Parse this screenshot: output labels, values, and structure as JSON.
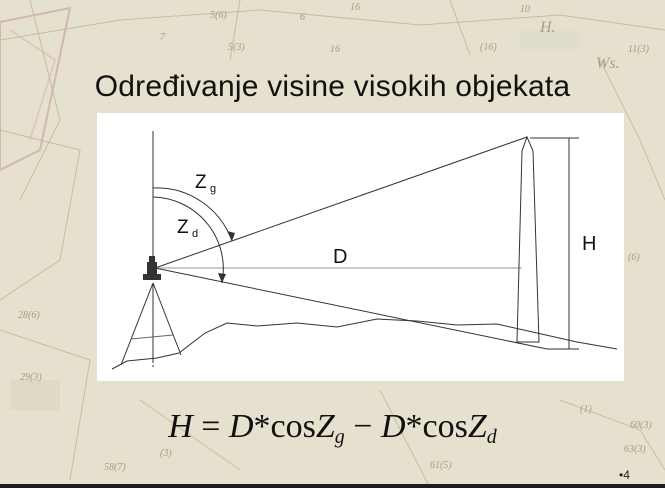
{
  "slide": {
    "title": "Određivanje visine visokih objekata",
    "page_number": "•4"
  },
  "diagram": {
    "labels": {
      "zenith_upper": "Z",
      "zenith_upper_sub": "g",
      "zenith_lower": "Z",
      "zenith_lower_sub": "d",
      "distance": "D",
      "height": "H"
    }
  },
  "formula": {
    "lhs": "H",
    "eq": " = ",
    "t1_var": "D",
    "t1_mid": "*cos",
    "t1_angle": "Z",
    "t1_sub": "g",
    "minus": " − ",
    "t2_var": "D",
    "t2_mid": "*cos",
    "t2_angle": "Z",
    "t2_sub": "d"
  },
  "background_map": {
    "labels": [
      "5(6)",
      "5(3)",
      "16",
      "7",
      "6",
      "(16)",
      "10",
      "H.",
      "Ws.",
      "11(3)",
      "28(6)",
      "29(3)",
      "(6)",
      "60(3)",
      "63(3)",
      "61(5)",
      "58(7)",
      "(1)",
      "(3)",
      "16"
    ]
  }
}
